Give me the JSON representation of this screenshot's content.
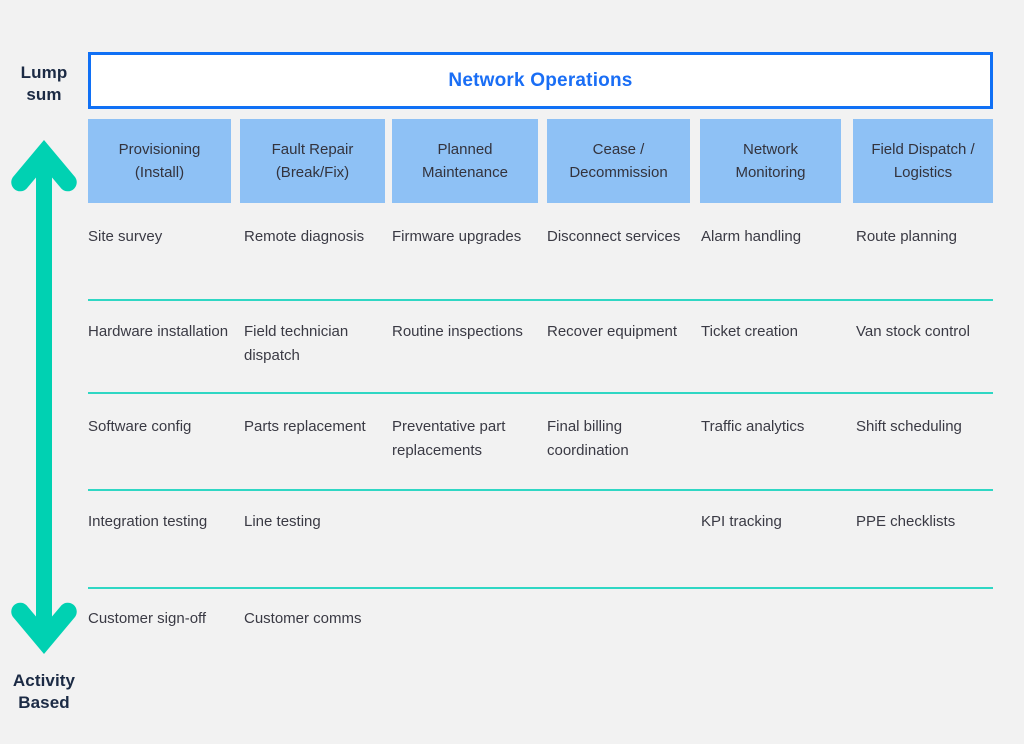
{
  "axis": {
    "top_label": "Lump\nsum",
    "top_label_line1": "Lump",
    "top_label_line2": "sum",
    "bottom_label_line1": "Activity",
    "bottom_label_line2": "Based",
    "arrow_icon": "double-headed-vertical-arrow-icon",
    "arrow_color": "#00d1b2"
  },
  "header": {
    "title": "Network Operations",
    "title_color": "#1a6ef5",
    "border_color": "#1070f5",
    "fill_color": "#ffffff"
  },
  "theme": {
    "background": "#f2f2f2",
    "category_box_fill": "#8ec1f5",
    "divider_color": "#2fd7c4",
    "body_text_color": "#3a3a44",
    "axis_label_color": "#1b2a44"
  },
  "categories": [
    {
      "label": "Provisioning\n(Install)",
      "line1": "Provisioning",
      "line2": "(Install)"
    },
    {
      "label": "Fault Repair\n(Break/Fix)",
      "line1": "Fault Repair",
      "line2": "(Break/Fix)"
    },
    {
      "label": "Planned\nMaintenance",
      "line1": "Planned",
      "line2": "Maintenance"
    },
    {
      "label": "Cease /\nDecommission",
      "line1": "Cease /",
      "line2": "Decommission"
    },
    {
      "label": "Network\nMonitoring",
      "line1": "Network",
      "line2": "Monitoring"
    },
    {
      "label": "Field Dispatch /\nLogistics",
      "line1": "Field Dispatch /",
      "line2": "Logistics"
    }
  ],
  "rows": [
    {
      "cells": [
        "Site survey",
        "Remote diagnosis",
        "Firmware upgrades",
        "Disconnect services",
        "Alarm handling",
        "Route planning"
      ]
    },
    {
      "cells": [
        "Hardware installation",
        "Field technician dispatch",
        "Routine inspections",
        "Recover equipment",
        "Ticket creation",
        "Van stock control"
      ]
    },
    {
      "cells": [
        "Software config",
        "Parts replacement",
        "Preventative part replacements",
        "Final billing coordination",
        "Traffic analytics",
        "Shift scheduling"
      ]
    },
    {
      "cells": [
        "Integration testing",
        "Line testing",
        "",
        "",
        "KPI tracking",
        "PPE checklists"
      ]
    },
    {
      "cells": [
        "Customer sign-off",
        "Customer comms",
        "",
        "",
        "",
        ""
      ]
    }
  ]
}
